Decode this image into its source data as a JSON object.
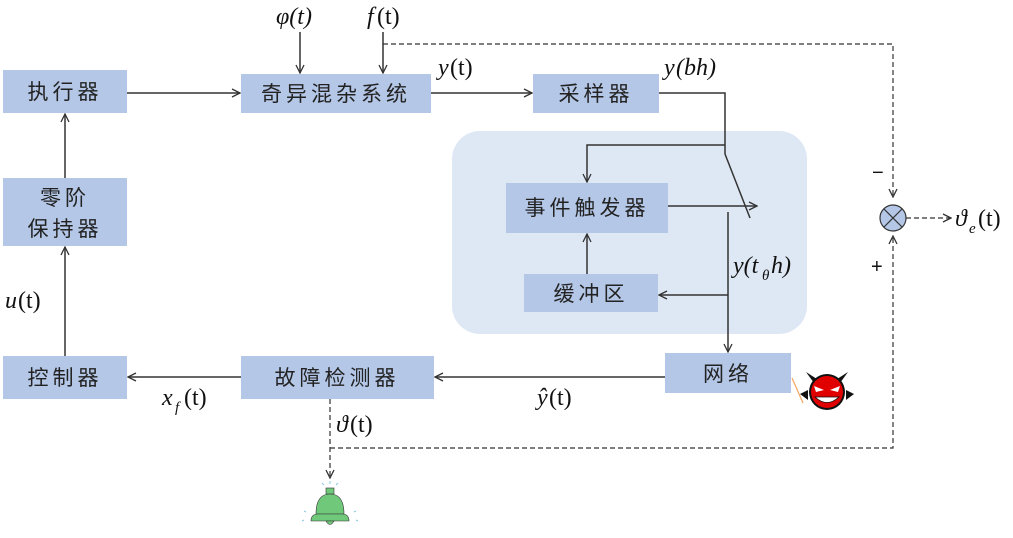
{
  "blocks": {
    "actuator": "执行器",
    "hybrid_system": "奇异混杂系统",
    "sampler": "采样器",
    "zoh_line1": "零阶",
    "zoh_line2": "保持器",
    "event_trigger": "事件触发器",
    "buffer": "缓冲区",
    "network": "网络",
    "controller": "控制器",
    "fault_detector": "故障检测器"
  },
  "signals": {
    "phi": "φ(t)",
    "f_base": "f",
    "f_arg": "(t)",
    "y": "y",
    "y_arg": "(t)",
    "ybh": "y",
    "ybh_arg": "(bh)",
    "yt_pre": "y(t",
    "yt_sub": "θ",
    "yt_post": "h)",
    "yhat": "ŷ",
    "yhat_arg": "(t)",
    "u": "u",
    "u_arg": "(t)",
    "xf": "x",
    "xf_sub": "f",
    "xf_arg": "(t)",
    "theta": "ϑ",
    "theta_arg": "(t)",
    "theta_e": "ϑ",
    "theta_e_sub": "e",
    "theta_e_arg": "(t)"
  },
  "comparator": {
    "minus": "−",
    "plus": "+"
  },
  "icons": {
    "attacker": "devil-face-icon",
    "alarm": "alarm-bell-icon"
  }
}
